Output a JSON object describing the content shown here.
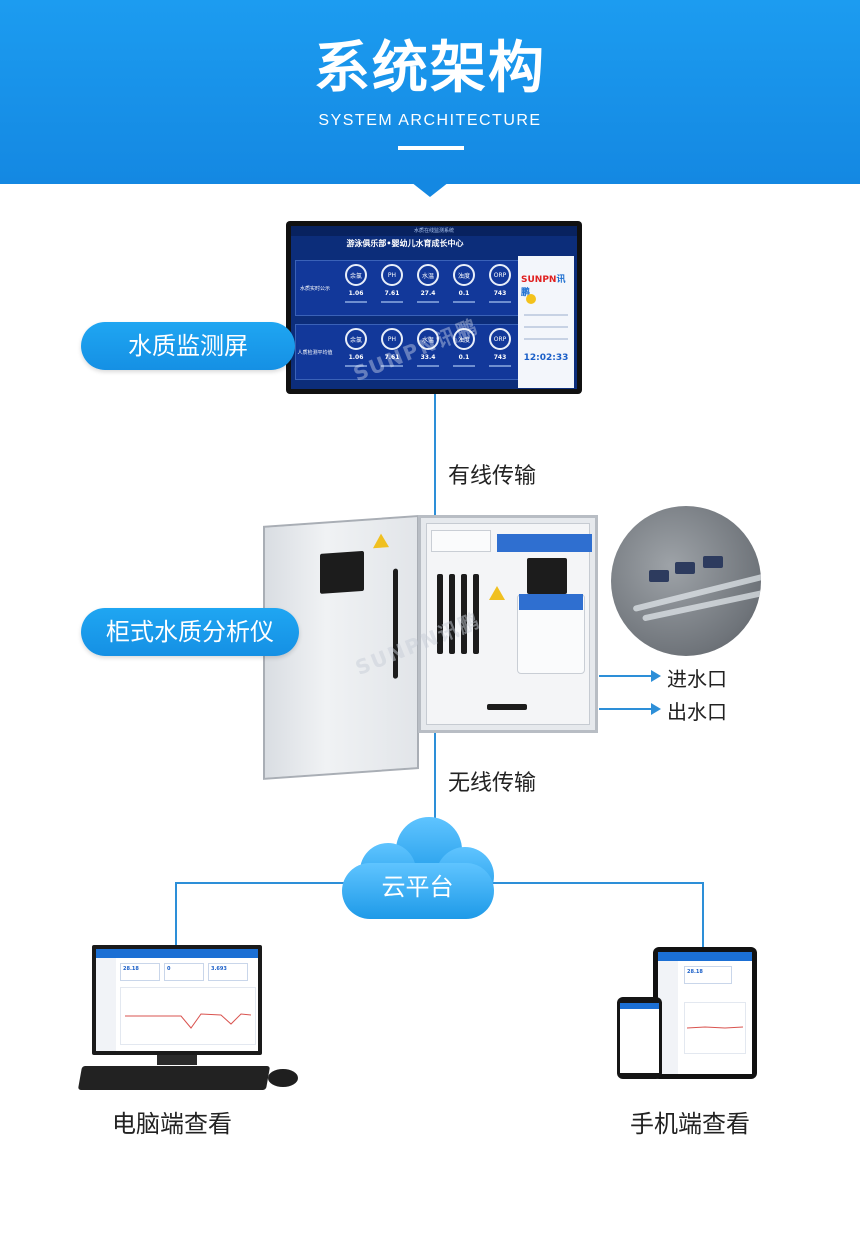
{
  "header": {
    "title_cn": "系统架构",
    "title_en": "SYSTEM ARCHITECTURE"
  },
  "nodes": {
    "screen_label": "水质监测屏",
    "analyzer_label": "柜式水质分析仪",
    "cloud_label": "云平台",
    "pc_label": "电脑端查看",
    "mobile_label": "手机端查看"
  },
  "links": {
    "wired": "有线传输",
    "wireless": "无线传输",
    "inlet": "进水口",
    "outlet": "出水口"
  },
  "screen": {
    "topbar": "水质在线监测系统",
    "heading": "游泳俱乐部•婴幼儿水育成长中心",
    "row1_label": "水质实时公示",
    "row2_label": "人质检测平均值",
    "row1_gauges": [
      {
        "name": "余氯",
        "value": "1.06"
      },
      {
        "name": "PH",
        "value": "7.61"
      },
      {
        "name": "水温",
        "value": "27.4"
      },
      {
        "name": "浊度",
        "value": "0.1"
      },
      {
        "name": "ORP",
        "value": "743"
      }
    ],
    "row2_gauges": [
      {
        "name": "余氯",
        "value": "1.06"
      },
      {
        "name": "PH",
        "value": "7.61"
      },
      {
        "name": "水温",
        "value": "33.4"
      },
      {
        "name": "浊度",
        "value": "0.1"
      },
      {
        "name": "ORP",
        "value": "743"
      }
    ],
    "brand_red": "SUNPN",
    "brand_blue": "讯鹏",
    "clock": "12:02:33",
    "watermark": "SUNPN讯鹏"
  },
  "pc_screen": {
    "card1": "28.18",
    "card2": "0",
    "card3": "3.693"
  },
  "tablet_screen": {
    "card1": "28.18"
  },
  "cabinet": {
    "watermark": "SUNPN讯鹏"
  },
  "colors": {
    "accent": "#1c9cf0",
    "line": "#2d8fd8",
    "cloud": "#1e9ae8"
  }
}
